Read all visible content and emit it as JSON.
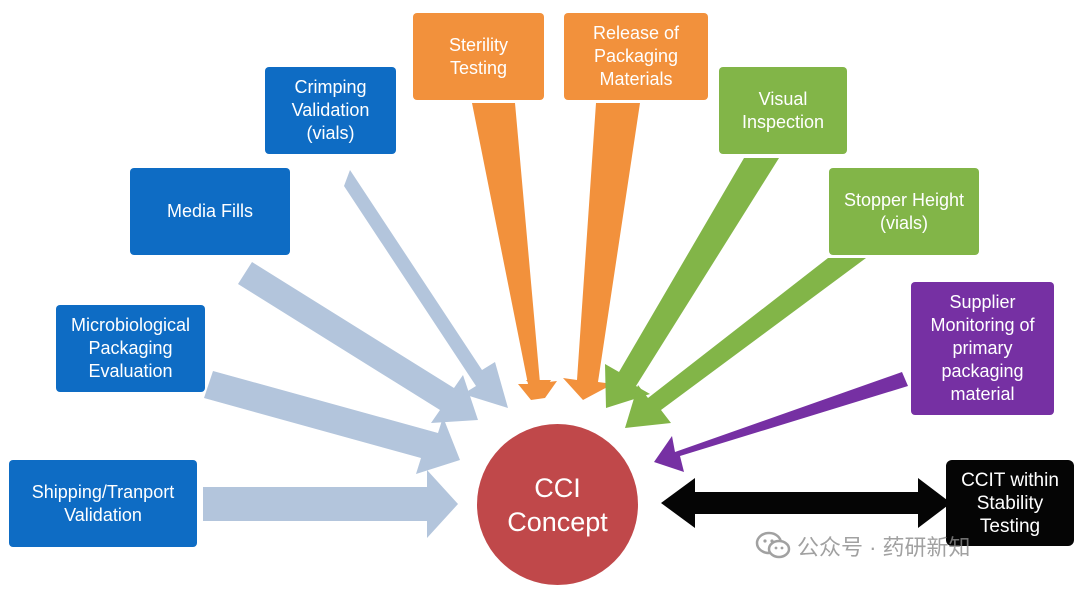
{
  "center": {
    "label": "CCI\nConcept"
  },
  "nodes": {
    "shipping": "Shipping/Tranport\nValidation",
    "microbiological": "Microbiological\nPackaging\nEvaluation",
    "media_fills": "Media Fills",
    "crimping": "Crimping\nValidation\n(vials)",
    "sterility": "Sterility\nTesting",
    "release": "Release of\nPackaging\nMaterials",
    "visual": "Visual\nInspection",
    "stopper": "Stopper Height\n(vials)",
    "supplier": "Supplier\nMonitoring of\nprimary\npackaging\nmaterial",
    "ccit": "CCIT within\nStability\nTesting"
  },
  "watermark": {
    "text": "公众号 · 药研新知",
    "icon": "wechat-icon"
  },
  "colors": {
    "blue": "#0e6cc4",
    "light_blue_arrow": "#b3c5dc",
    "orange": "#f2913c",
    "green": "#82b548",
    "purple": "#7630a3",
    "black": "#050505",
    "center_red": "#c0484a"
  }
}
